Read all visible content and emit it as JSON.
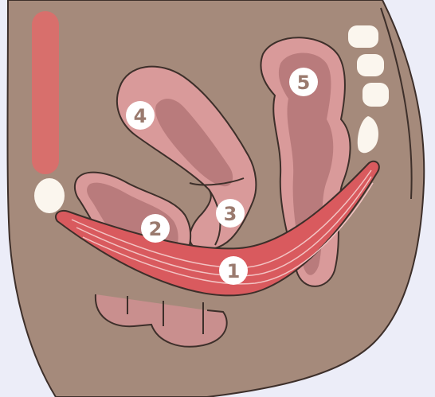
{
  "labels": {
    "pelvic_floor": "1",
    "bladder": "2",
    "vagina": "3",
    "uterus": "4",
    "rectum": "5"
  },
  "colors": {
    "background": "#ecedf8",
    "body": "#a58a7b",
    "outline": "#3d2f2a",
    "organ_pink": "#d99a9a",
    "organ_inner": "#b97b7c",
    "muscle": "#d95a5e",
    "muscle_lines": "#f2c3c3",
    "abdominal_muscle": "#e06a6a",
    "bone": "#fbf6ee",
    "label_circle": "#ffffff",
    "label_text": "#9a7a6e"
  }
}
